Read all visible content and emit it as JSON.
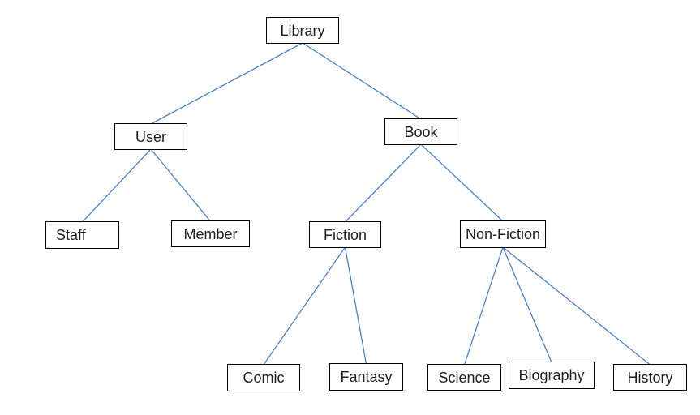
{
  "diagram": {
    "type": "tree",
    "root": "library",
    "nodes": {
      "library": "Library",
      "user": "User",
      "book": "Book",
      "staff": "Staff",
      "member": "Member",
      "fiction": "Fiction",
      "nonfiction": "Non-Fiction",
      "comic": "Comic",
      "fantasy": "Fantasy",
      "science": "Science",
      "biography": "Biography",
      "history": "History"
    },
    "edges": [
      {
        "from": "library",
        "to": "user"
      },
      {
        "from": "library",
        "to": "book"
      },
      {
        "from": "user",
        "to": "staff"
      },
      {
        "from": "user",
        "to": "member"
      },
      {
        "from": "book",
        "to": "fiction"
      },
      {
        "from": "book",
        "to": "nonfiction"
      },
      {
        "from": "fiction",
        "to": "comic"
      },
      {
        "from": "fiction",
        "to": "fantasy"
      },
      {
        "from": "nonfiction",
        "to": "science"
      },
      {
        "from": "nonfiction",
        "to": "biography"
      },
      {
        "from": "nonfiction",
        "to": "history"
      }
    ],
    "colors": {
      "connector": "#4F81BD",
      "node_border": "#000000",
      "node_fill": "#FFFFFF",
      "text": "#1F1F1F",
      "background": "#FFFFFF"
    }
  }
}
